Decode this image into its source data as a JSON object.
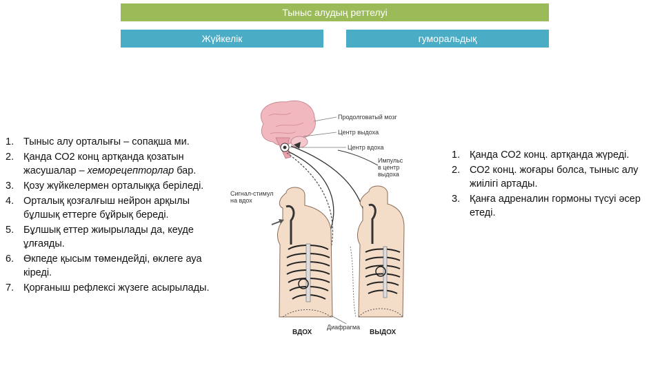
{
  "header": {
    "title": "Тыныс алудың реттелуі"
  },
  "branches": {
    "nervous": "Жүйкелік",
    "humoral": "гуморальдық"
  },
  "nervous_list": [
    {
      "num": "1.",
      "text": "Тыныс алу орталығы – сопақша ми."
    },
    {
      "num": "2.",
      "pre": "Қанда СО2 конц артқанда қозатын жасушалар – ",
      "em": "хеморецепторлар",
      "post": " бар."
    },
    {
      "num": "3.",
      "text": "Қозу жүйкелермен орталыққа беріледі."
    },
    {
      "num": "4.",
      "text": "Орталық қозғалғыш нейрон арқылы бұлшық еттерге бұйрық береді."
    },
    {
      "num": "5.",
      "text": "Бұлшық еттер жиырылады да, кеуде ұлғаяды."
    },
    {
      "num": "6.",
      "text": "Өкпеде қысым төмендейді, өклеге ауа кіреді."
    },
    {
      "num": "7.",
      "text": "Қорғаныш рефлексі жүзеге асырылады."
    }
  ],
  "humoral_list": [
    {
      "num": "1.",
      "text": "Қанда СО2 конц. артқанда жүреді."
    },
    {
      "num": "2.",
      "text": "СО2 конц. жоғары болса, тыныс алу жиілігі артады."
    },
    {
      "num": "3.",
      "text": "Қанға адреналин гормоны түсуі әсер етеді."
    }
  ],
  "figure": {
    "labels": {
      "medulla": "Продолговатый мозг",
      "exhale_center": "Центр выдоха",
      "inhale_center": "Центр вдоха",
      "impulse_1": "Импульс",
      "impulse_2": "в центр",
      "impulse_3": "выдоха",
      "signal_1": "Сигнал-стимул",
      "signal_2": "на вдох",
      "diaphragm": "Диафрагма",
      "inhale": "ВДОХ",
      "exhale": "ВЫДОХ"
    }
  },
  "colors": {
    "title_bar": "#9bbb59",
    "branch_bar": "#4bacc6",
    "brain": "#f2b8c0"
  }
}
